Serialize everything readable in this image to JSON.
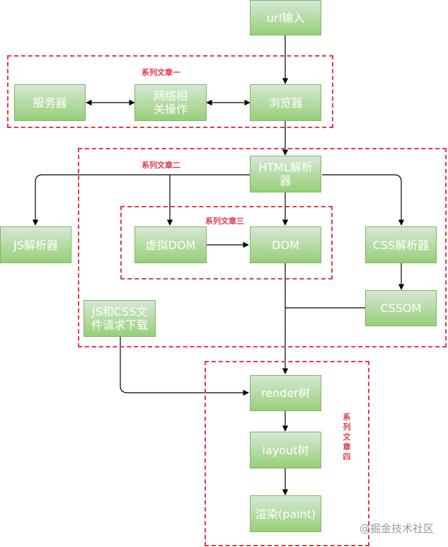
{
  "groups": {
    "article_1": "系列文章一",
    "article_2": "系列文章二",
    "article_3": "系列文章三",
    "article_4": "系列文章四"
  },
  "nodes": {
    "url_input": "url输入",
    "server": "服务器",
    "network": "网络相\n关操作",
    "browser": "浏览器",
    "html_parser": "HTML解析\n器",
    "js_parser": "JS解析器",
    "virtual_dom": "虚拟DOM",
    "dom": "DOM",
    "css_parser": "CSS解析器",
    "cssom": "CSSOM",
    "js_css_download": "JS和CSS文\n件请求下载",
    "render_tree": "render树",
    "layout_tree": "layout树",
    "paint": "渲染(paint)"
  },
  "colors": {
    "node_top": "#d5e8d4",
    "node_bottom": "#97d077",
    "node_border": "#82b366",
    "group_border": "#e63946",
    "edge": "#000000"
  },
  "watermark": "@掘金技术社区"
}
